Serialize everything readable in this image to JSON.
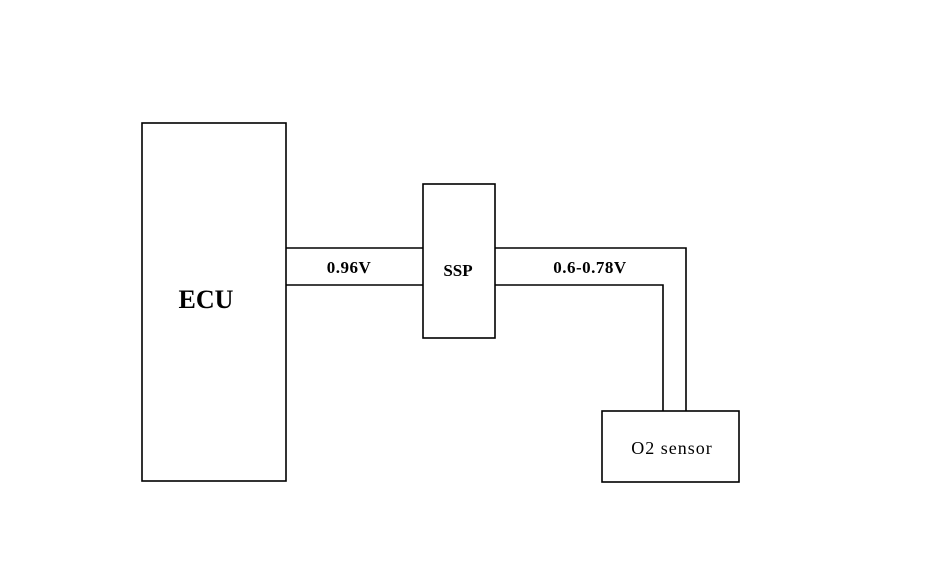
{
  "components": {
    "ecu": {
      "label": "ECU"
    },
    "ssp": {
      "label": "SSP"
    },
    "o2_sensor": {
      "label": "O2 sensor"
    }
  },
  "connections": {
    "ecu_to_ssp": {
      "label": "0.96V"
    },
    "ssp_to_o2": {
      "label": "0.6-0.78V"
    }
  },
  "colors": {
    "line": "#000000",
    "background": "#ffffff"
  }
}
